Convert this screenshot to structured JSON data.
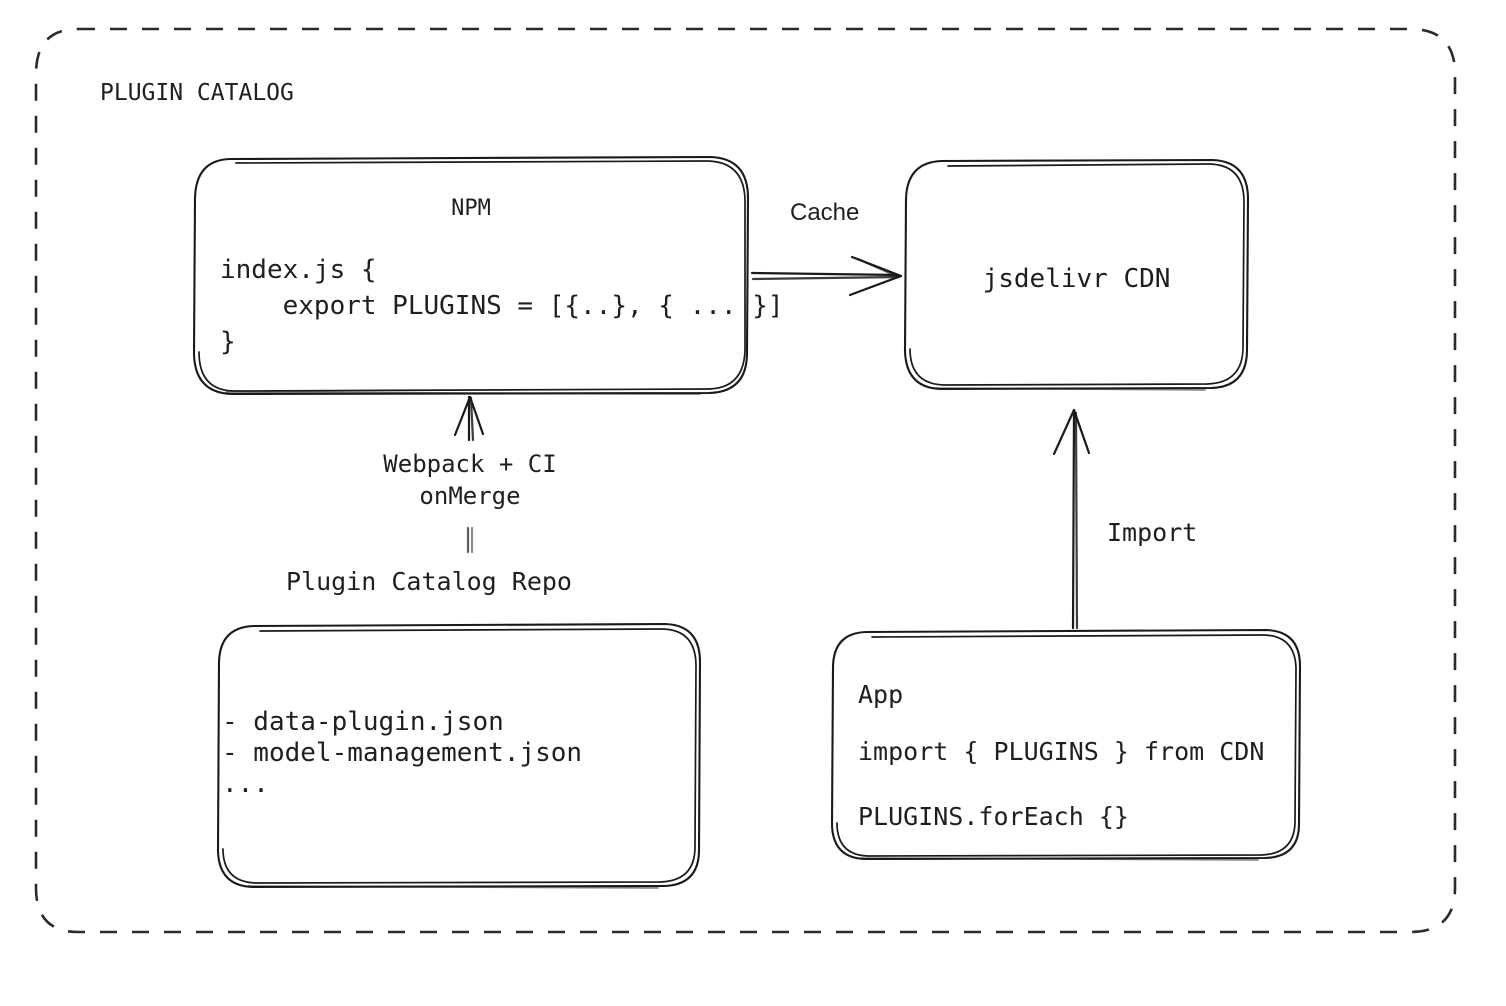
{
  "diagram": {
    "frame_title": "PLUGIN CATALOG",
    "background_color": "#ffffff",
    "stroke_color": "#1a1a1a"
  },
  "nodes": {
    "npm": {
      "title": "NPM",
      "code": "index.js {\n    export PLUGINS = [{..}, { ... }]\n}"
    },
    "cdn": {
      "title": "jsdelivr CDN"
    },
    "repo": {
      "label": "Plugin Catalog Repo",
      "files": "- data-plugin.json\n- model-management.json\n..."
    },
    "app": {
      "title": "App",
      "code_line_1": "import { PLUGINS } from CDN",
      "code_line_2": "PLUGINS.forEach {}"
    }
  },
  "edges": {
    "cache": {
      "label": "Cache"
    },
    "webpack": {
      "label": "Webpack + CI\nonMerge"
    },
    "import": {
      "label": "Import"
    }
  }
}
